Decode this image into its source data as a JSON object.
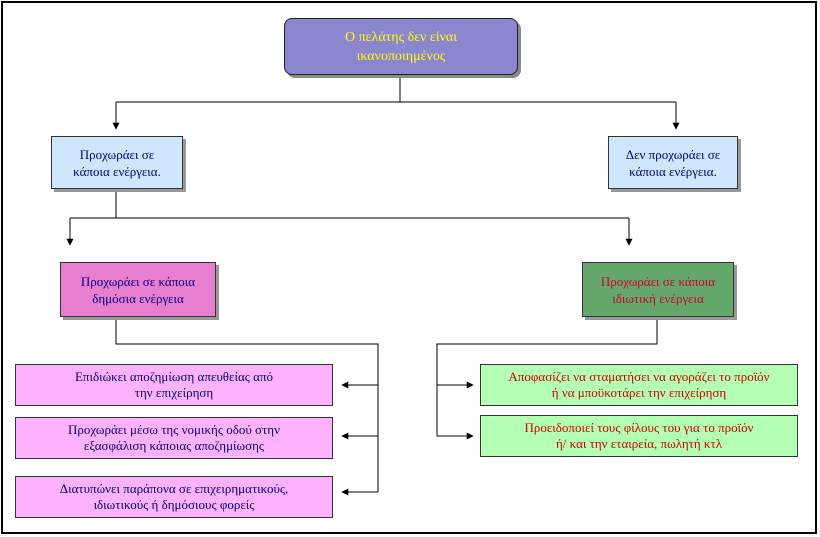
{
  "root": {
    "line1": "Ο πελάτης δεν είναι",
    "line2": "ικανοποιημένος"
  },
  "level1": {
    "acts": {
      "line1": "Προχωράει σε",
      "line2": "κάποια ενέργεια."
    },
    "no_act": {
      "line1": "Δεν προχωράει σε",
      "line2": "κάποια ενέργεια."
    }
  },
  "level2": {
    "public": {
      "line1": "Προχωράει σε κάποια",
      "line2": "δημόσια ενέργεια"
    },
    "private": {
      "line1": "Προχωράει σε κάποια",
      "line2": "ιδιωτική ενέργεια"
    }
  },
  "public_actions": [
    {
      "line1": "Επιδιώκει αποζημίωση απευθείας από",
      "line2": "την επιχείρηση"
    },
    {
      "line1": "Προχωράει μέσω της νομικής οδού στην",
      "line2": "εξασφάλιση κάποιας αποζημίωσης"
    },
    {
      "line1": "Διατυπώνει παράπονα σε επιχειρηματικούς,",
      "line2": "ιδιωτικούς ή δημόσιους φορείς"
    }
  ],
  "private_actions": [
    {
      "line1": "Αποφασίζει να σταματήσει να αγοράζει το προϊόν",
      "line2": "ή να μποϋκοτάρει την επιχείρηση"
    },
    {
      "line1": "Προειδοποιεί τους φίλους του για το προϊόν",
      "line2": "ή/ και την εταιρεία, πωλητή κτλ"
    }
  ],
  "colors": {
    "root_fill": "#8a86cf",
    "root_text": "#ffff00",
    "level1_fill": "#cfe6ff",
    "public_fill": "#e87ecf",
    "private_fill": "#64a86b",
    "pink_fill": "#ffb3ff",
    "green_fill": "#b3ffb3"
  }
}
